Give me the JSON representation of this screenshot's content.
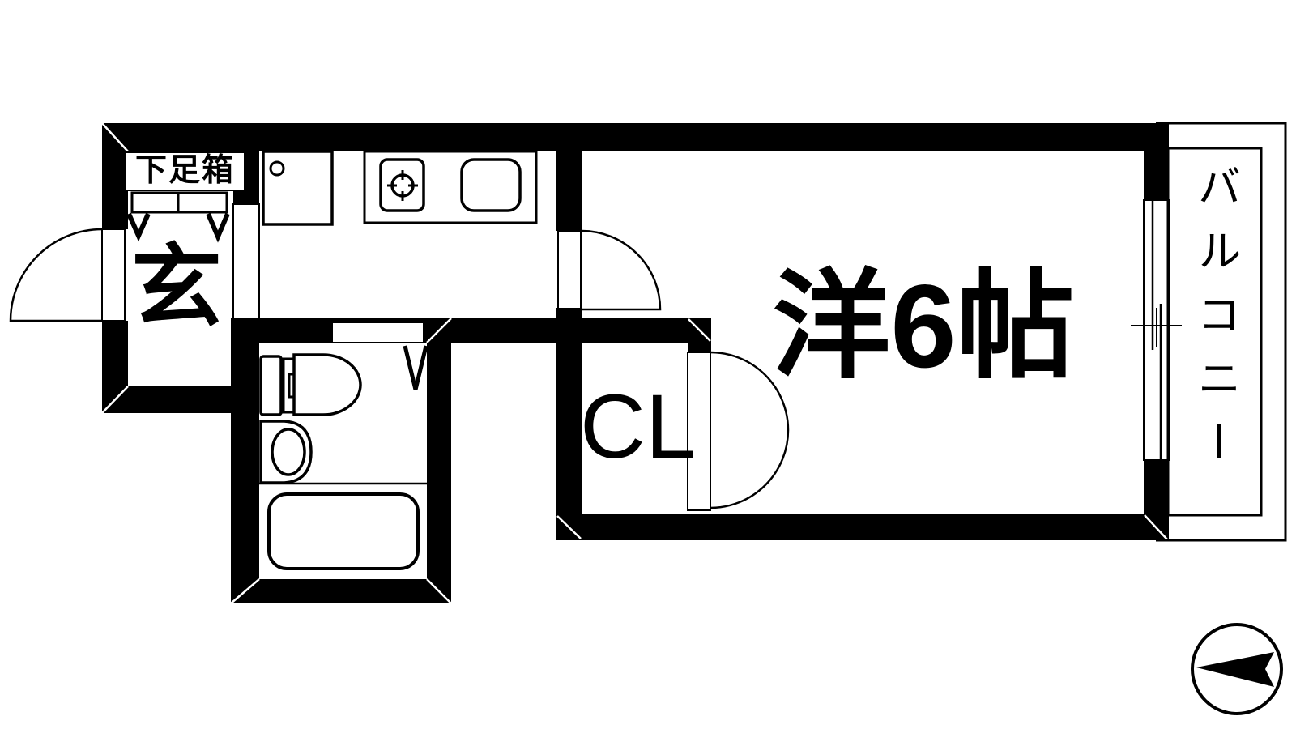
{
  "labels": {
    "shoe_box": "下足箱",
    "entrance": "玄",
    "closet": "CL",
    "room": "洋6帖",
    "balcony": "バルコニー"
  },
  "colors": {
    "ink": "#000000",
    "background": "#ffffff"
  }
}
